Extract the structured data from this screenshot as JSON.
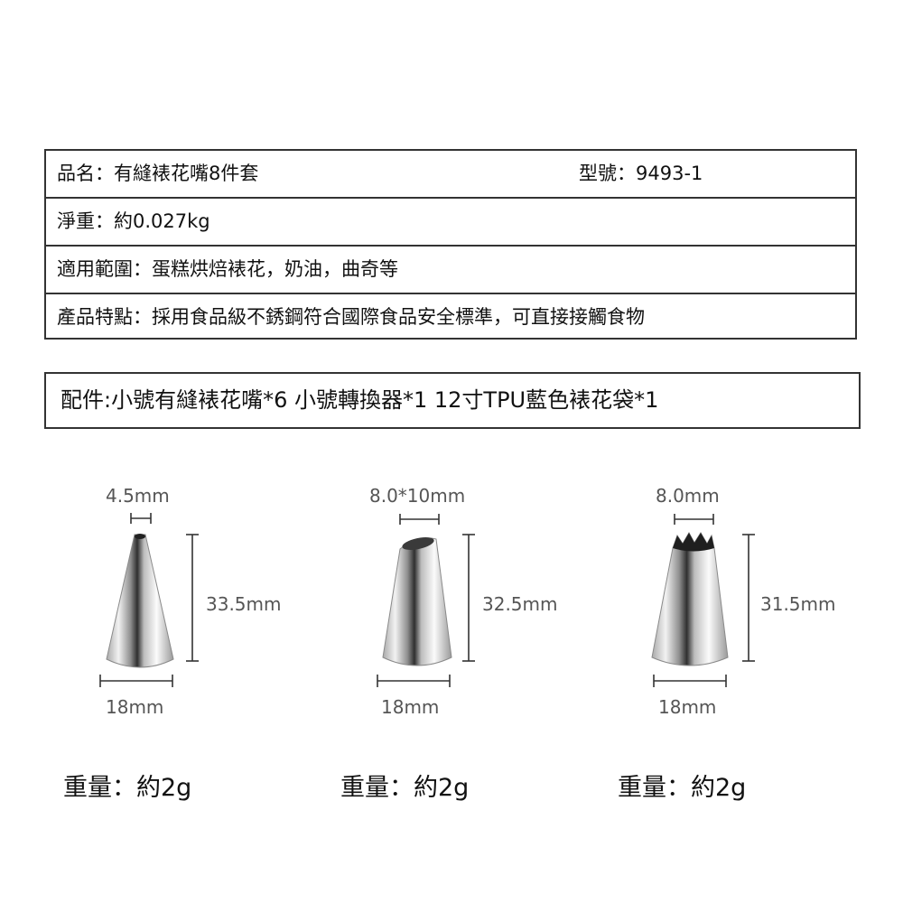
{
  "spec": {
    "name_label": "品名：有縫裱花嘴8件套",
    "model_label": "型號：9493-1",
    "weight_label": "淨重：約0.027kg",
    "usage_label": "適用範圍：蛋糕烘焙裱花，奶油，曲奇等",
    "feature_label": "產品特點：採用食品級不銹鋼符合國際食品安全標準，可直接接觸食物"
  },
  "accessories": "配件:小號有縫裱花嘴*6 小號轉換器*1 12寸TPU藍色裱花袋*1",
  "tips": [
    {
      "opening": "4.5mm",
      "height": "33.5mm",
      "base": "18mm",
      "weight": "重量：約2g",
      "icon": "round-tip-icon"
    },
    {
      "opening": "8.0*10mm",
      "height": "32.5mm",
      "base": "18mm",
      "weight": "重量：約2g",
      "icon": "slanted-tip-icon"
    },
    {
      "opening": "8.0mm",
      "height": "31.5mm",
      "base": "18mm",
      "weight": "重量：約2g",
      "icon": "star-tip-icon"
    }
  ]
}
